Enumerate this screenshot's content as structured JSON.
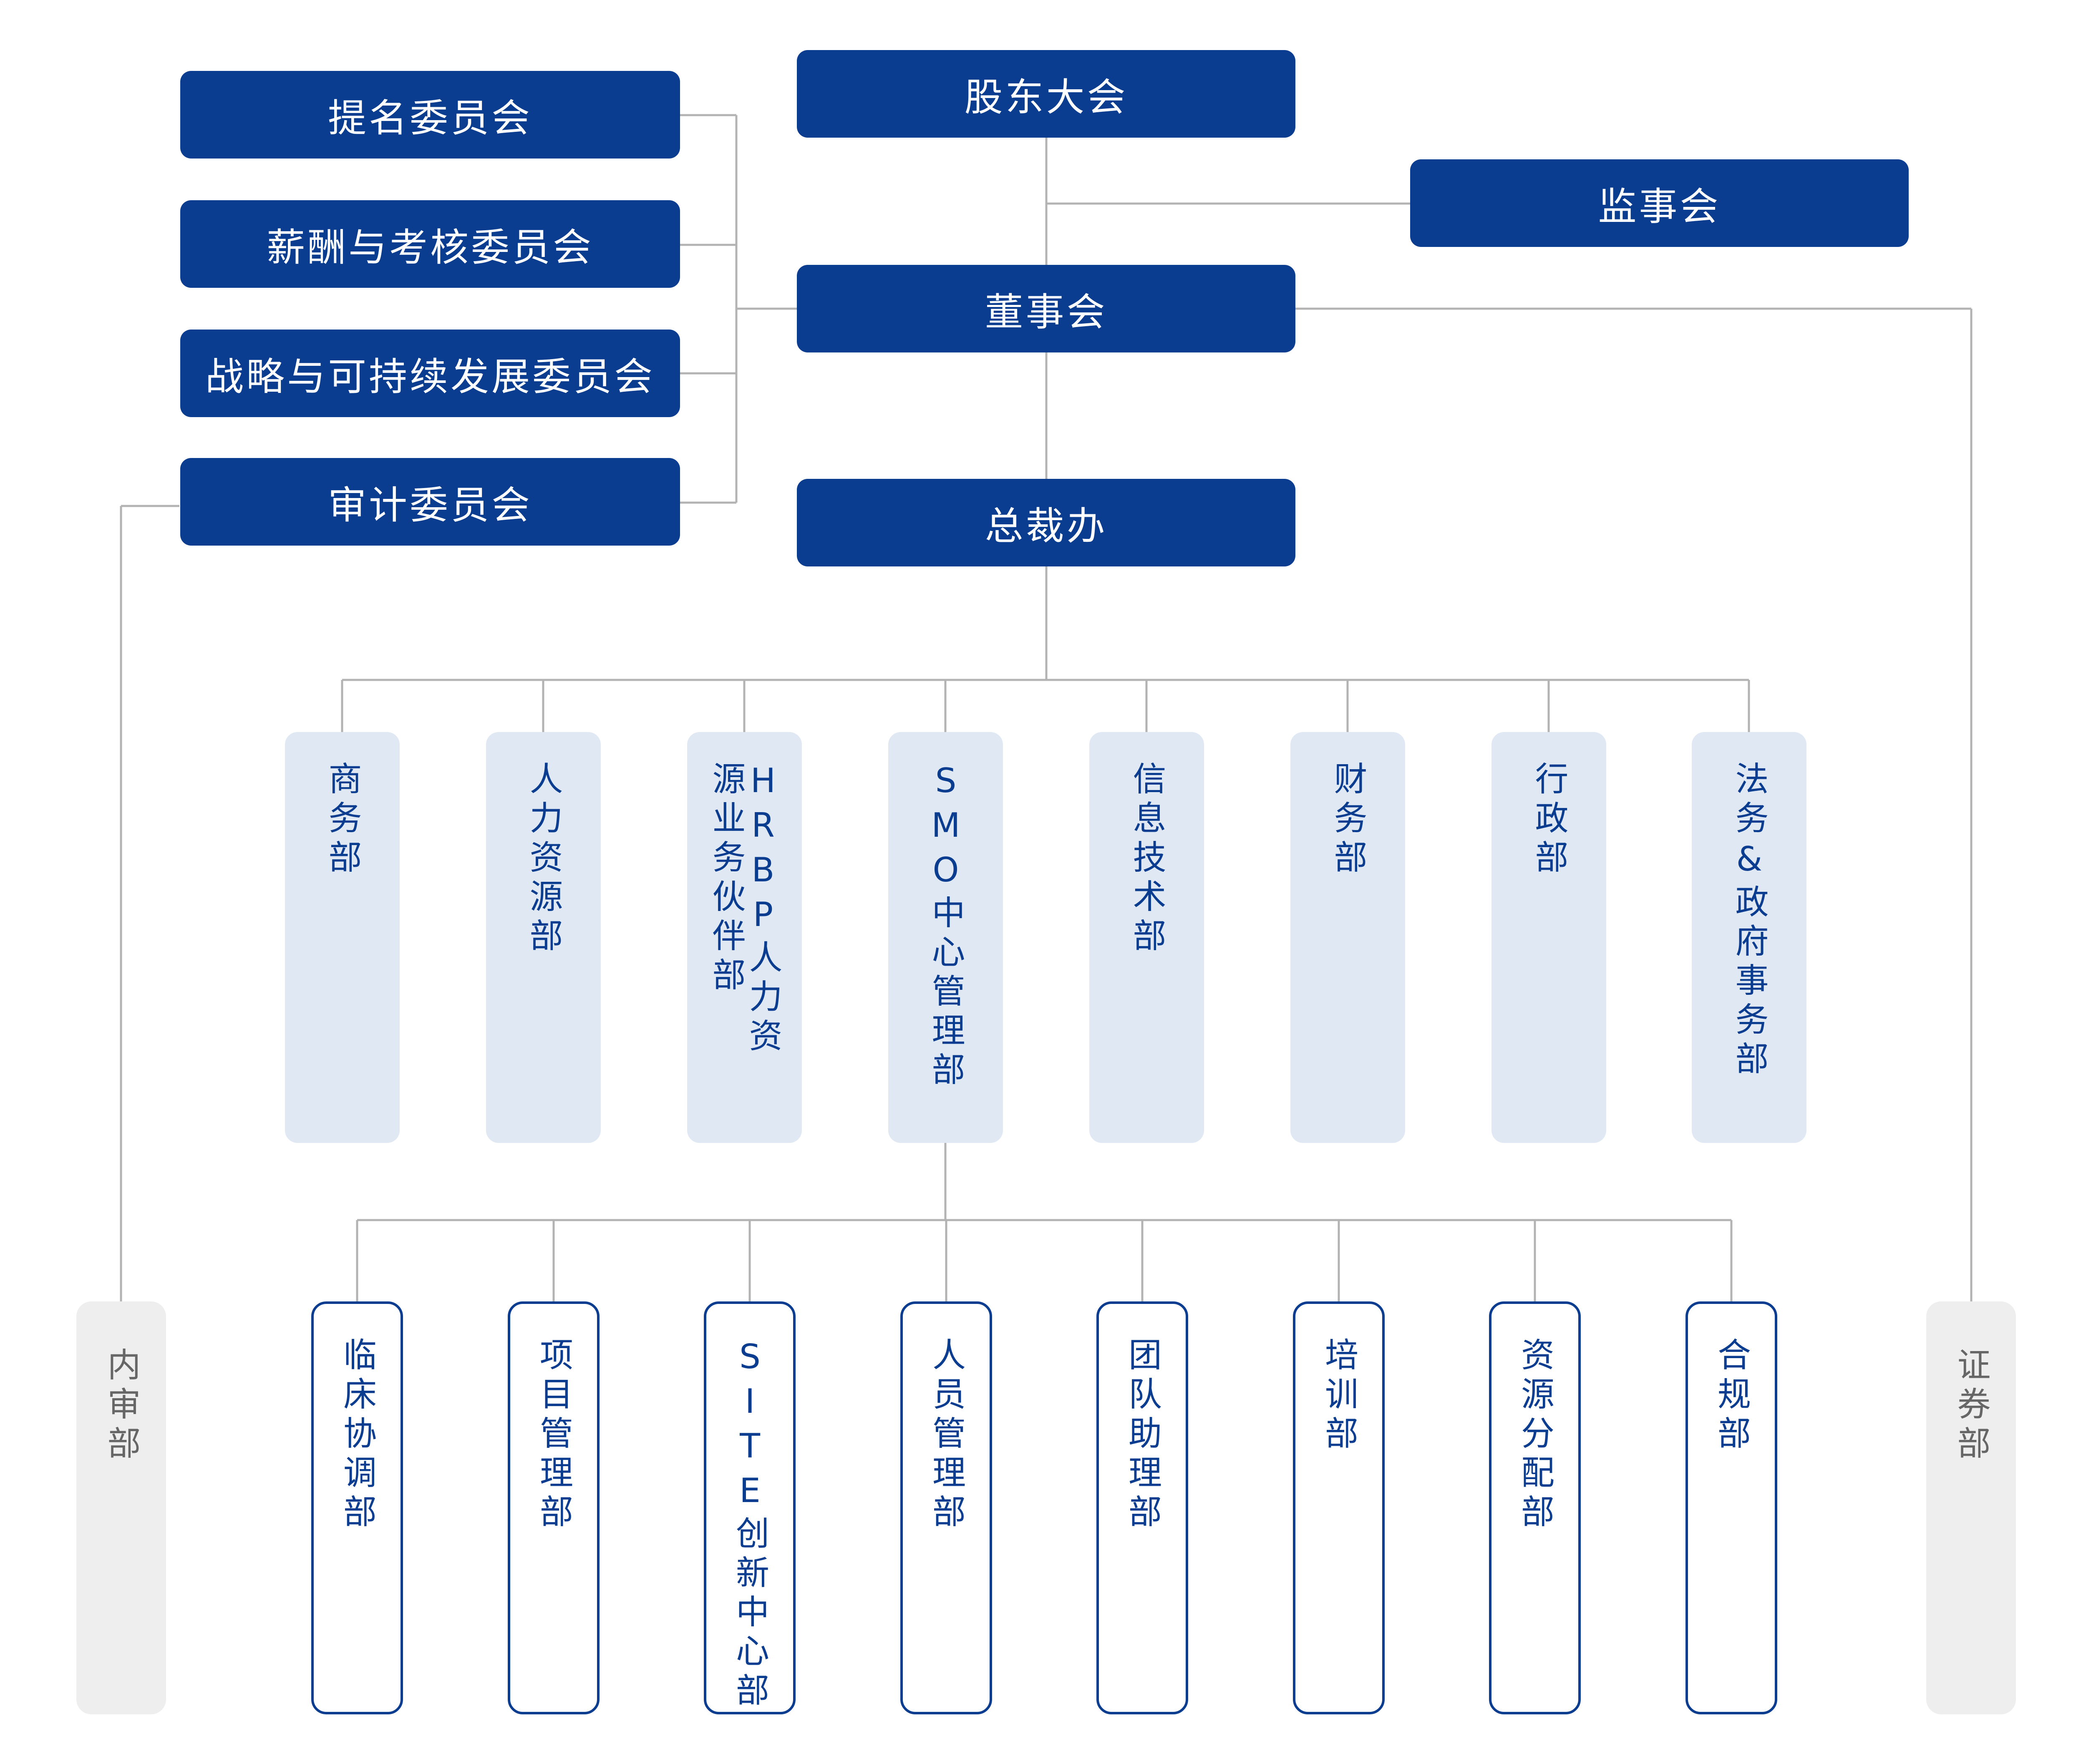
{
  "top": {
    "shareholders": "股东大会",
    "supervisors": "监事会",
    "board": "董事会",
    "president_office": "总裁办"
  },
  "committees": [
    "提名委员会",
    "薪酬与考核委员会",
    "战略与可持续发展委员会",
    "审计委员会"
  ],
  "departments": [
    "商务部",
    "人力资源部",
    "HRBP人力资源业务伙伴部",
    "SMO中心管理部",
    "信息技术部",
    "财务部",
    "行政部",
    "法务&政府事务部"
  ],
  "smo_units": [
    "临床协调部",
    "项目管理部",
    "SITE创新中心部",
    "人员管理部",
    "团队助理部",
    "培训部",
    "资源分配部",
    "合规部"
  ],
  "side": {
    "internal_audit": "内审部",
    "securities": "证券部"
  },
  "colors": {
    "primary": "#0a3d8f",
    "dept_bg": "#dfe8f3",
    "side_bg": "#eeeeee",
    "line": "#b3b3b3"
  }
}
